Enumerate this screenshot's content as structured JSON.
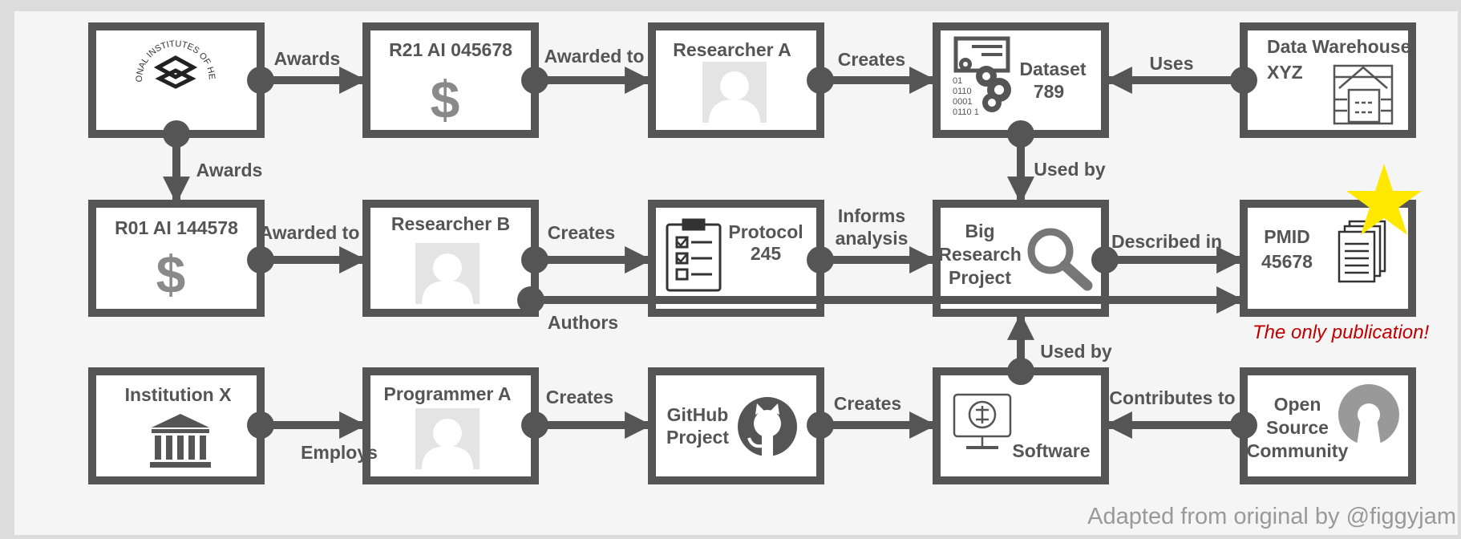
{
  "nodes": {
    "nih": {
      "logo_text": "NATIONAL INSTITUTES OF HEALTH"
    },
    "r21": {
      "title": "R21 AI 045678",
      "icon": "dollar-icon",
      "symbol": "$"
    },
    "researcher_a": {
      "title": "Researcher A",
      "icon": "person-placeholder-icon"
    },
    "dataset": {
      "title_line1": "Dataset",
      "title_line2": "789",
      "icon": "data-gears-icon",
      "binary": [
        "01",
        "0110",
        "0001",
        "0110 1"
      ]
    },
    "warehouse": {
      "title_line1": "Data Warehouse",
      "title_line2": "XYZ",
      "icon": "warehouse-icon"
    },
    "r01": {
      "title": "R01 AI 144578",
      "icon": "dollar-icon",
      "symbol": "$"
    },
    "researcher_b": {
      "title": "Researcher B",
      "icon": "person-placeholder-icon"
    },
    "protocol": {
      "title_line1": "Protocol",
      "title_line2": "245",
      "icon": "clipboard-checklist-icon"
    },
    "project": {
      "title_line1": "Big",
      "title_line2": "Research",
      "title_line3": "Project",
      "icon": "magnifier-icon"
    },
    "pmid": {
      "title_line1": "PMID",
      "title_line2": "45678",
      "icon": "documents-icon",
      "badge": "star-icon"
    },
    "institution": {
      "title": "Institution X",
      "icon": "bank-icon"
    },
    "programmer": {
      "title": "Programmer A",
      "icon": "person-placeholder-icon"
    },
    "github": {
      "title_line1": "GitHub",
      "title_line2": "Project",
      "icon": "github-icon"
    },
    "software": {
      "title": "Software",
      "icon": "circuit-monitor-icon"
    },
    "oss": {
      "title_line1": "Open",
      "title_line2": "Source",
      "title_line3": "Community",
      "icon": "open-source-icon"
    }
  },
  "edges": {
    "nih_r21": "Awards",
    "r21_researcher_a": "Awarded to",
    "researcher_a_dataset": "Creates",
    "warehouse_dataset": "Uses",
    "nih_r01": "Awards",
    "dataset_project": "Used by",
    "r01_researcher_b": "Awarded to",
    "researcher_b_protocol": "Creates",
    "protocol_project_line1": "Informs",
    "protocol_project_line2": "analysis",
    "project_pmid": "Described in",
    "researcher_b_pmid": "Authors",
    "software_project": "Used by",
    "institution_programmer": "Employs",
    "programmer_github": "Creates",
    "github_software": "Creates",
    "oss_software": "Contributes to"
  },
  "annotation": "The only publication!",
  "credit": "Adapted from original by @figgyjam",
  "colors": {
    "background": "#dcdcdc",
    "panel": "#f5f5f5",
    "box_border": "#555555",
    "node_fill": "#ffffff",
    "annotation": "#c00000",
    "star": "#ffe800"
  }
}
